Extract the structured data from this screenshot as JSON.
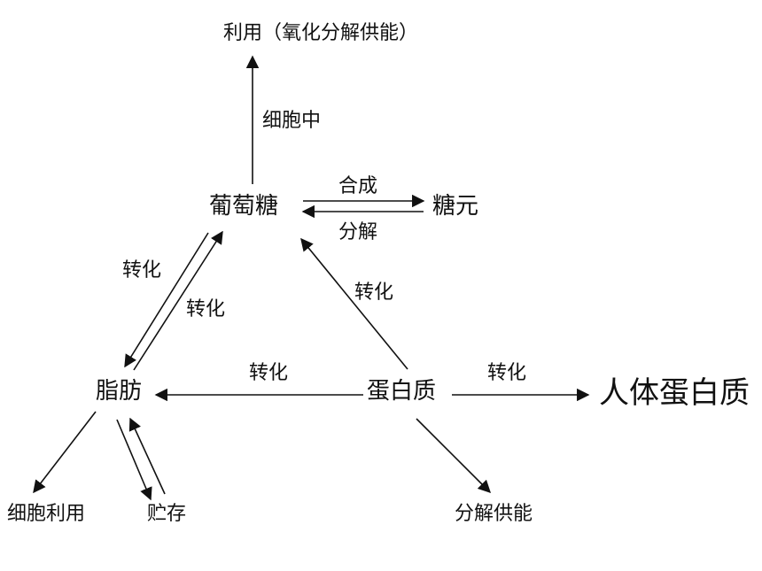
{
  "nodes": {
    "use_top": "利用（氧化分解供能）",
    "glucose": "葡萄糖",
    "glycogen": "糖元",
    "fat": "脂肪",
    "protein": "蛋白质",
    "human_protein": "人体蛋白质",
    "cell_use": "细胞利用",
    "storage": "贮存",
    "decompose_energy": "分解供能"
  },
  "labels": {
    "in_cell": "细胞中",
    "synthesis": "合成",
    "decompose": "分解",
    "convert_glucose_to_fat": "转化",
    "convert_fat_to_glucose": "转化",
    "convert_protein_to_glucose": "转化",
    "convert_protein_to_fat": "转化",
    "convert_protein_to_human": "转化"
  }
}
